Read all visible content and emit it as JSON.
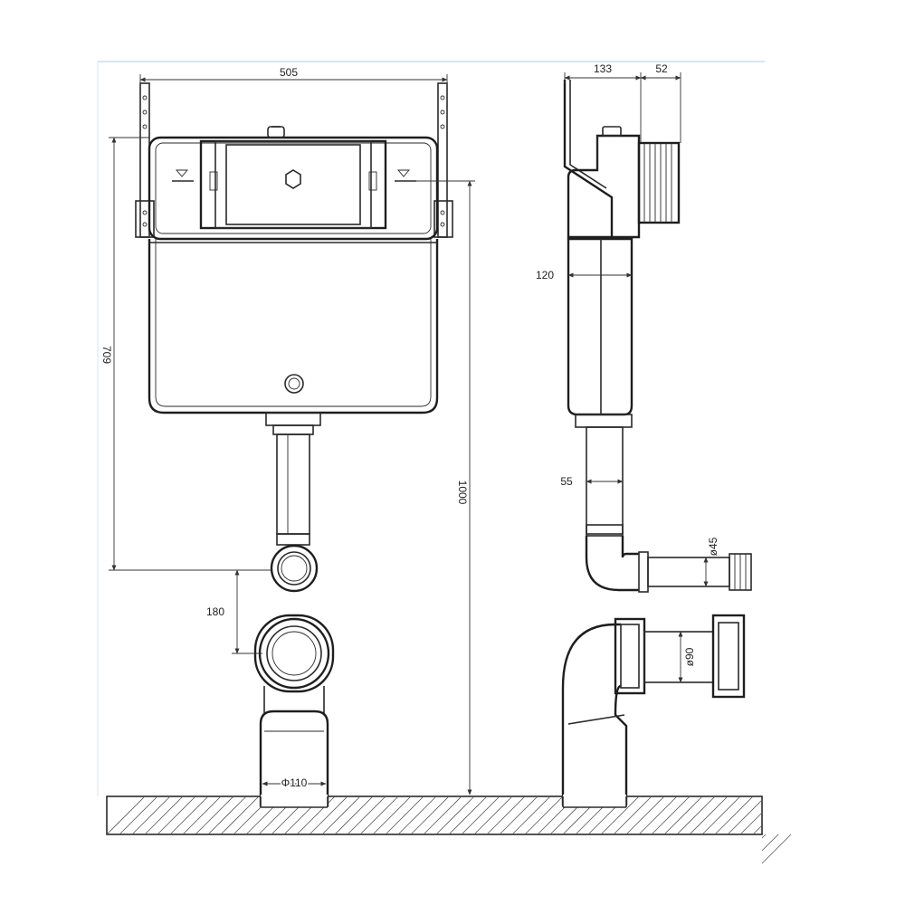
{
  "colors": {
    "line": "#2a2a2a",
    "background": "#ffffff",
    "frame_top": "#d7e6f0"
  },
  "dimensions": {
    "front_width": "505",
    "front_height_tank": "709",
    "total_height": "1000",
    "outlet_offset": "180",
    "outlet_pipe": "Φ110",
    "side_depth": "133",
    "side_depth_extra": "52",
    "tank_depth": "120",
    "flush_pipe": "55",
    "inlet_diameter": "ø45",
    "pan_connector": "ø90"
  },
  "icons": {
    "water_level_marker": "triangle-level-icon",
    "flush_valve": "hexagon-valve-icon",
    "brand_mark": "logo-badge-icon"
  }
}
